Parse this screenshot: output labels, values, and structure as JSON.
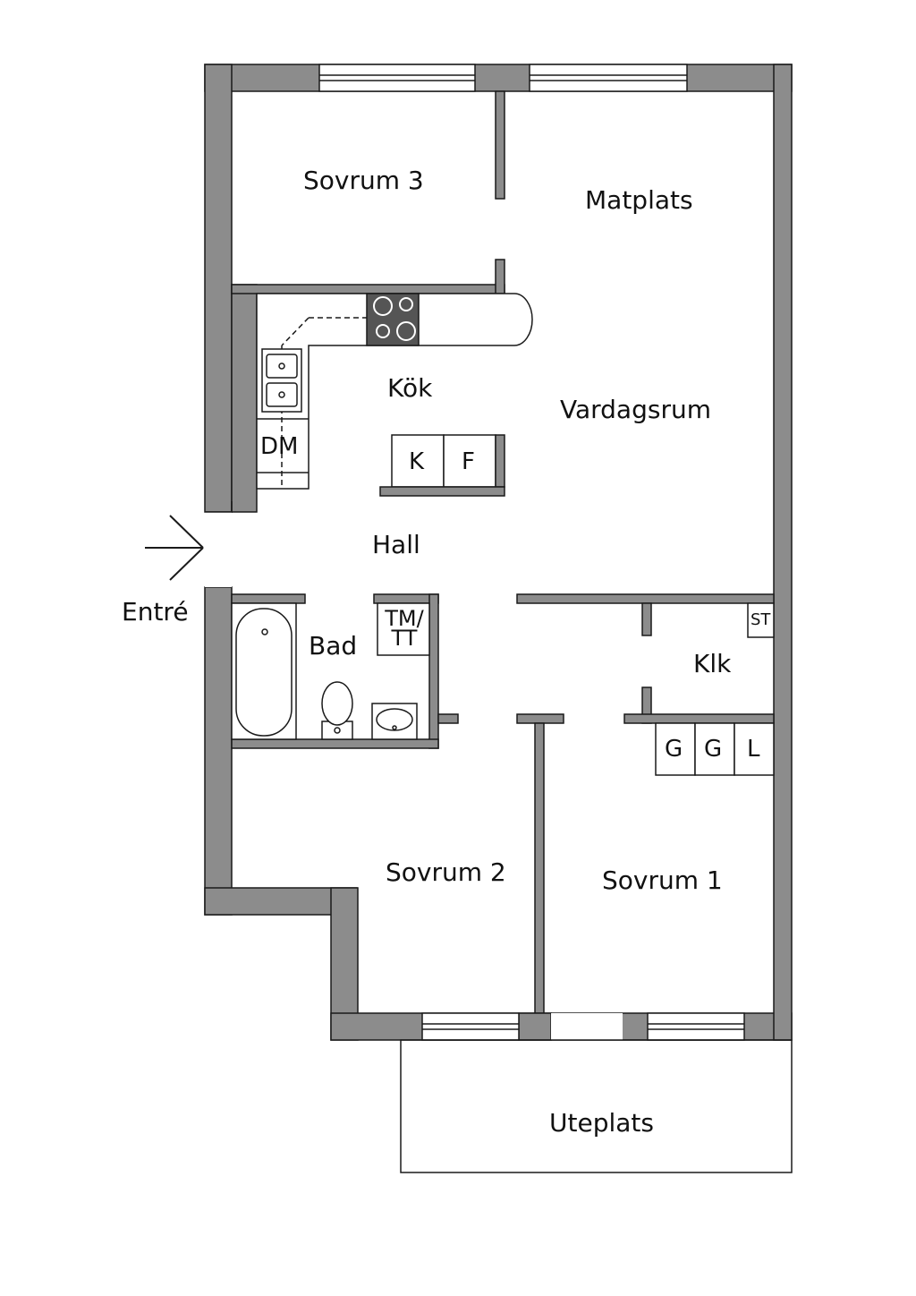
{
  "rooms": {
    "sovrum3": "Sovrum 3",
    "matplats": "Matplats",
    "kok": "Kök",
    "vardagsrum": "Vardagsrum",
    "hall": "Hall",
    "bad": "Bad",
    "klk": "Klk",
    "sovrum2": "Sovrum 2",
    "sovrum1": "Sovrum 1",
    "uteplats": "Uteplats"
  },
  "entrance": "Entré",
  "fixtures": {
    "dm": "DM",
    "k": "K",
    "f": "F",
    "tm": "TM/",
    "tt": "TT",
    "st": "ST",
    "g1": "G",
    "g2": "G",
    "l": "L"
  },
  "colors": {
    "wall": "#8c8c8c",
    "line": "#1a1a1a",
    "stove": "#555555"
  }
}
